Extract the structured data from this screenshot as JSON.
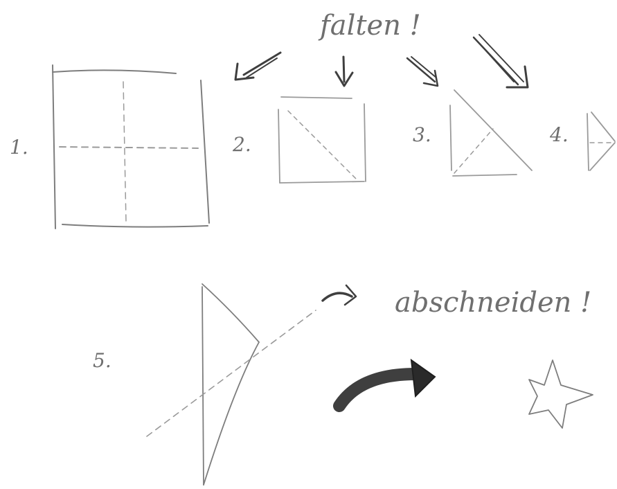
{
  "headings": {
    "fold": "falten !",
    "cut": "abschneiden !"
  },
  "steps": [
    {
      "number": "1."
    },
    {
      "number": "2."
    },
    {
      "number": "3."
    },
    {
      "number": "4."
    },
    {
      "number": "5."
    }
  ],
  "colors": {
    "pencil_light": "#9a9a9a",
    "pencil_mid": "#7d7d7d",
    "pencil_dark": "#3f3f3f"
  }
}
